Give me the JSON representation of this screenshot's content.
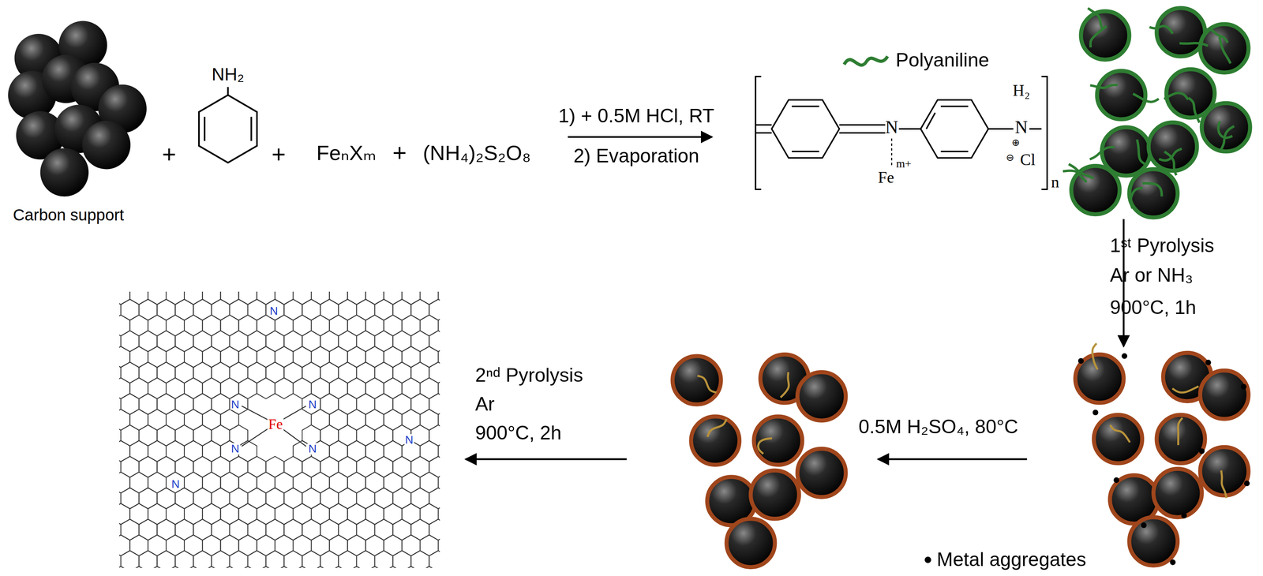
{
  "diagram": {
    "labels": [
      "Carbon support",
      "+",
      "NH₂",
      "+",
      "FeₙXₘ",
      "+",
      "(NH₄)₂S₂O₈",
      "1) + 0.5M HCl, RT",
      "2) Evaporation",
      "N",
      "Fe",
      "m+",
      "H₂",
      "N",
      "⊕",
      "⊖",
      "Cl",
      "n",
      "1ˢᵗ Pyrolysis",
      "Ar or NH₃",
      "900°C, 1h",
      "0.5M H₂SO₄, 80°C",
      "2ⁿᵈ Pyrolysis",
      "Ar",
      "900°C, 2h",
      "N",
      "N",
      "N",
      "N",
      "N",
      "N",
      "N",
      "Fe"
    ],
    "legend": [
      {
        "text": "Polyaniline"
      },
      {
        "text": "Metal aggregates"
      }
    ]
  }
}
